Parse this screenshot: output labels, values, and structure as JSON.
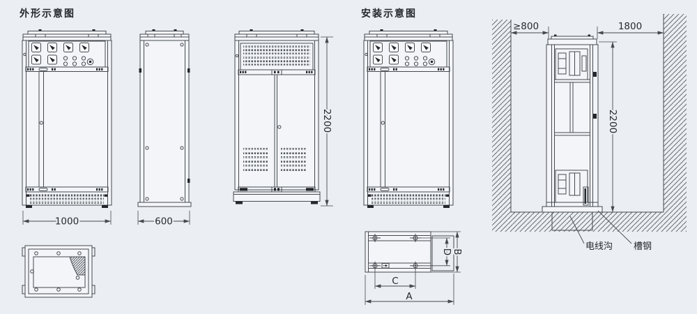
{
  "titles": {
    "outline": "外形示意图",
    "installation": "安装示意图"
  },
  "outline_view": {
    "front_width": "1000",
    "side_depth": "600",
    "height": "2200"
  },
  "install_view": {
    "rear_clearance": "≥800",
    "front_clearance": "1800",
    "height": "2200",
    "cable_trench": "电线沟",
    "channel_steel": "槽钢"
  },
  "foundation_view": {
    "overall_width": "A",
    "overall_depth": "B",
    "bolt_spacing_width": "C",
    "bolt_spacing_depth": "D"
  },
  "icons": {
    "meter": "analog-meter-icon",
    "indicator": "indicator-lamp-icon",
    "button": "pushbutton-icon",
    "lock": "door-lock-icon",
    "bolt": "anchor-bolt-icon"
  },
  "colors": {
    "background": "#ebeff3",
    "line": "#45494e",
    "text": "#26292d",
    "panel_fill": "#f3f5f8",
    "hatch": "#5f666c"
  }
}
